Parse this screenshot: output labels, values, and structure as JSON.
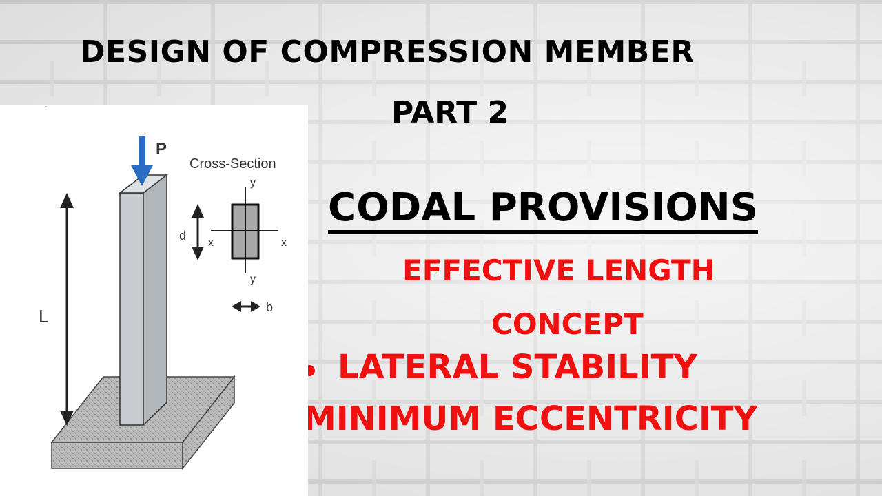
{
  "title": {
    "line1": "DESIGN OF COMPRESSION MEMBER",
    "line2": "PART 2"
  },
  "heading": "CODAL PROVISIONS",
  "bullets": {
    "b1_line1": "EFFECTIVE LENGTH",
    "b1_line2": "CONCEPT",
    "b2": "LATERAL STABILITY",
    "b3": "MINIMUM  ECCENTRICITY"
  },
  "figure": {
    "load_label": "P",
    "cross_section_label": "Cross-Section",
    "length_label": "L",
    "depth_label": "d",
    "breadth_label": "b",
    "axis_x_left": "x",
    "axis_x_right": "x",
    "axis_y_top": "y",
    "axis_y_bottom": "y"
  },
  "colors": {
    "accent_red": "#f01010",
    "load_arrow_blue": "#2b6cc4"
  }
}
